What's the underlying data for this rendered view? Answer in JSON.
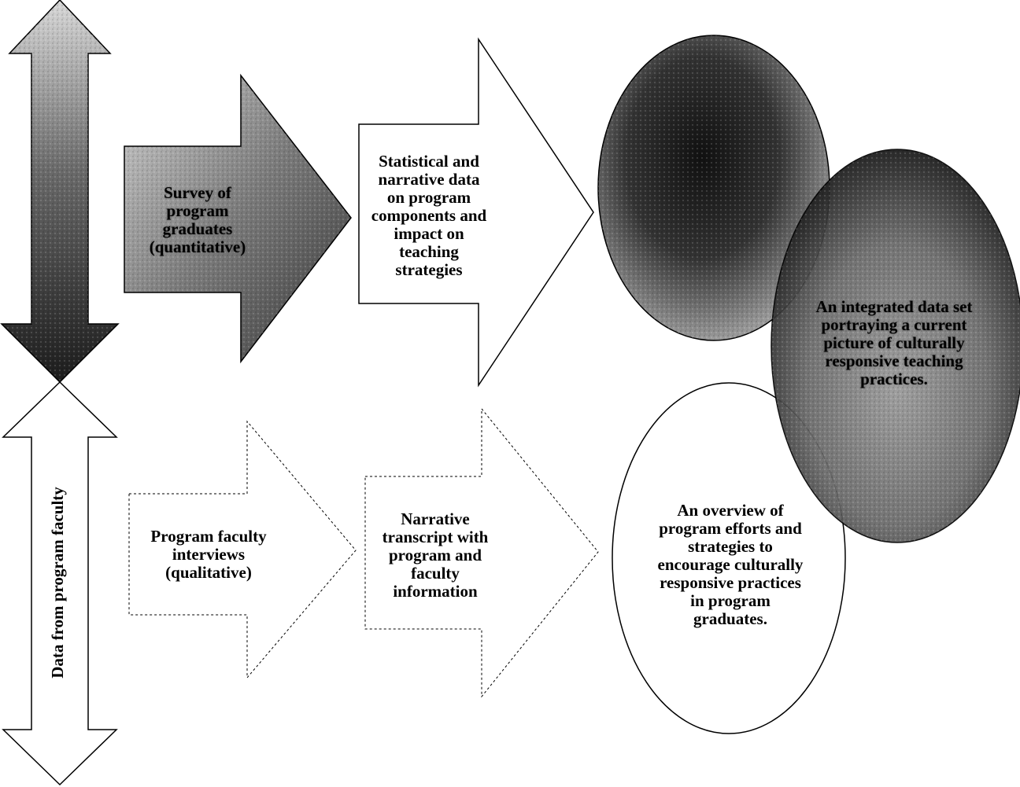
{
  "arrows": {
    "top_vertical_label": "",
    "bottom_vertical_label": "Data from program faculty"
  },
  "top_row": {
    "survey_label": "Survey of program graduates (quantitative)",
    "stat_data_label": "Statistical and narrative data on program components and impact on teaching strategies",
    "stat_ellipse_label": ""
  },
  "bottom_row": {
    "interviews_label": "Program faculty interviews (qualitative)",
    "narrative_label": "Narrative transcript with program and faculty information",
    "overview_label": "An overview of program efforts and strategies to encourage culturally responsive practices in program graduates."
  },
  "integrated": {
    "label": "An integrated data set portraying a current picture of culturally responsive teaching practices."
  },
  "colors": {
    "dark_fill": "#3a3a3a",
    "mid_fill": "#8a8a8a",
    "light_fill": "#ffffff",
    "stroke": "#000000"
  }
}
